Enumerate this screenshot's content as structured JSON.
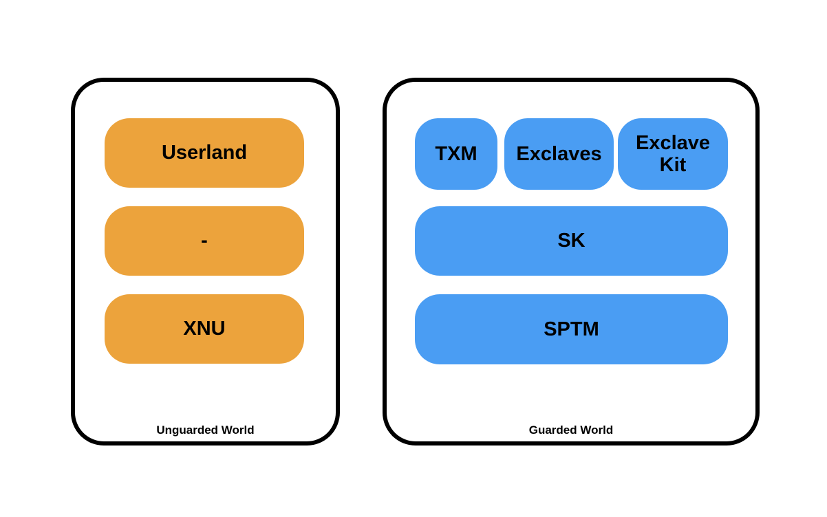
{
  "diagram": {
    "background": "#FFFFFF",
    "border_color": "#000000",
    "text_color": "#000000",
    "unguarded": {
      "label": "Unguarded World",
      "block_color": "#ECA33C",
      "blocks": [
        {
          "label": "Userland"
        },
        {
          "label": "-"
        },
        {
          "label": "XNU"
        }
      ]
    },
    "guarded": {
      "label": "Guarded World",
      "block_color": "#4A9DF3",
      "top_row": [
        {
          "label": "TXM"
        },
        {
          "label": "Exclaves"
        },
        {
          "label": "Exclave Kit"
        }
      ],
      "blocks": [
        {
          "label": "SK"
        },
        {
          "label": "SPTM"
        }
      ]
    }
  }
}
